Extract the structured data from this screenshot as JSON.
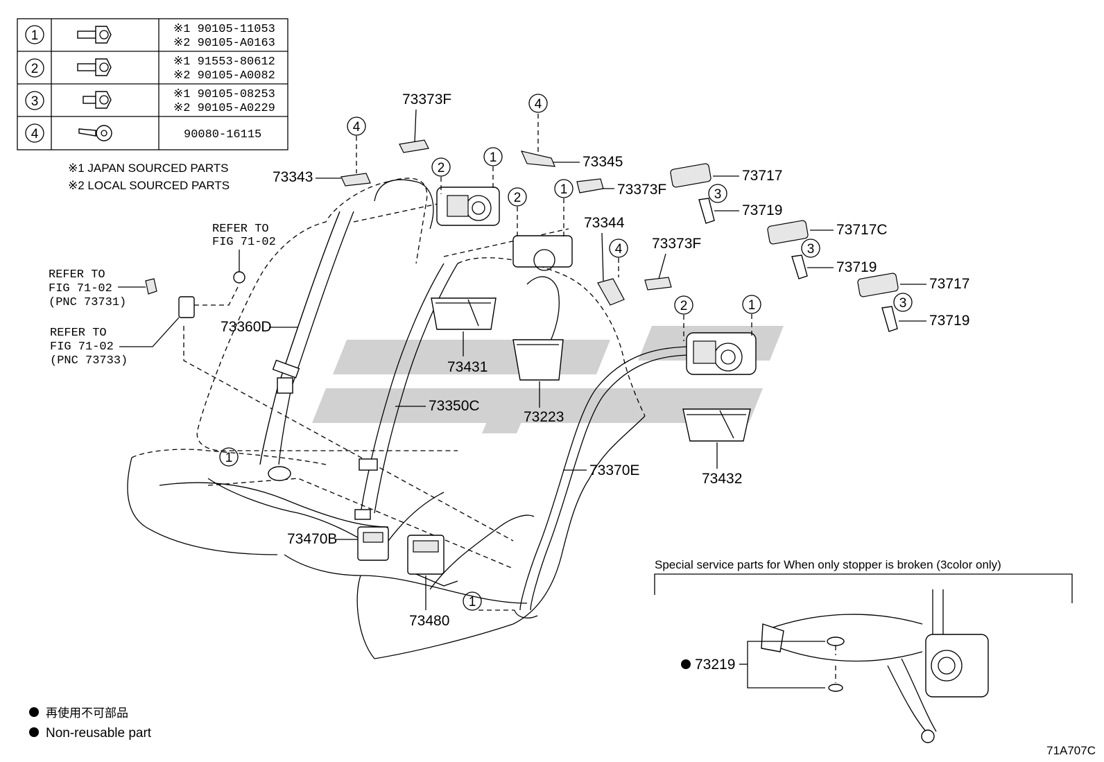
{
  "fastener_table": [
    {
      "callout": "1",
      "icon": "bolt-icon",
      "parts": [
        "※1 90105-11053",
        "※2 90105-A0163"
      ]
    },
    {
      "callout": "2",
      "icon": "bolt-icon",
      "parts": [
        "※1 91553-80612",
        "※2 90105-A0082"
      ]
    },
    {
      "callout": "3",
      "icon": "bolt-icon",
      "parts": [
        "※1 90105-08253",
        "※2 90105-A0229"
      ]
    },
    {
      "callout": "4",
      "icon": "screw-icon",
      "parts": [
        "90080-16115"
      ]
    }
  ],
  "notes": {
    "japan": "※1  JAPAN SOURCED PARTS",
    "local": "※2  LOCAL SOURCED PARTS"
  },
  "refer": {
    "r1": [
      "REFER TO",
      "FIG 71-02"
    ],
    "r2": [
      "REFER TO",
      "FIG 71-02",
      "(PNC 73731)"
    ],
    "r3": [
      "REFER TO",
      "FIG 71-02",
      "(PNC 73733)"
    ]
  },
  "part_labels": {
    "p73373F_a": "73373F",
    "p73343": "73343",
    "p73345": "73345",
    "p73373F_b": "73373F",
    "p73717_a": "73717",
    "p73719_a": "73719",
    "p73717C": "73717C",
    "p73719_b": "73719",
    "p73717_b": "73717",
    "p73719_c": "73719",
    "p73344": "73344",
    "p73373F_c": "73373F",
    "p73360D": "73360D",
    "p73431": "73431",
    "p73223": "73223",
    "p73350C": "73350C",
    "p73432": "73432",
    "p73370E": "73370E",
    "p73470B": "73470B",
    "p73480": "73480",
    "p73219": "73219"
  },
  "callouts": {
    "c1": "1",
    "c2": "2",
    "c3": "3",
    "c4": "4"
  },
  "inset": {
    "title": "Special service parts for When only stopper is broken (3color only)"
  },
  "legend": {
    "jp": "再使用不可部品",
    "en": "Non-reusable part"
  },
  "figure_code": "71A707C"
}
